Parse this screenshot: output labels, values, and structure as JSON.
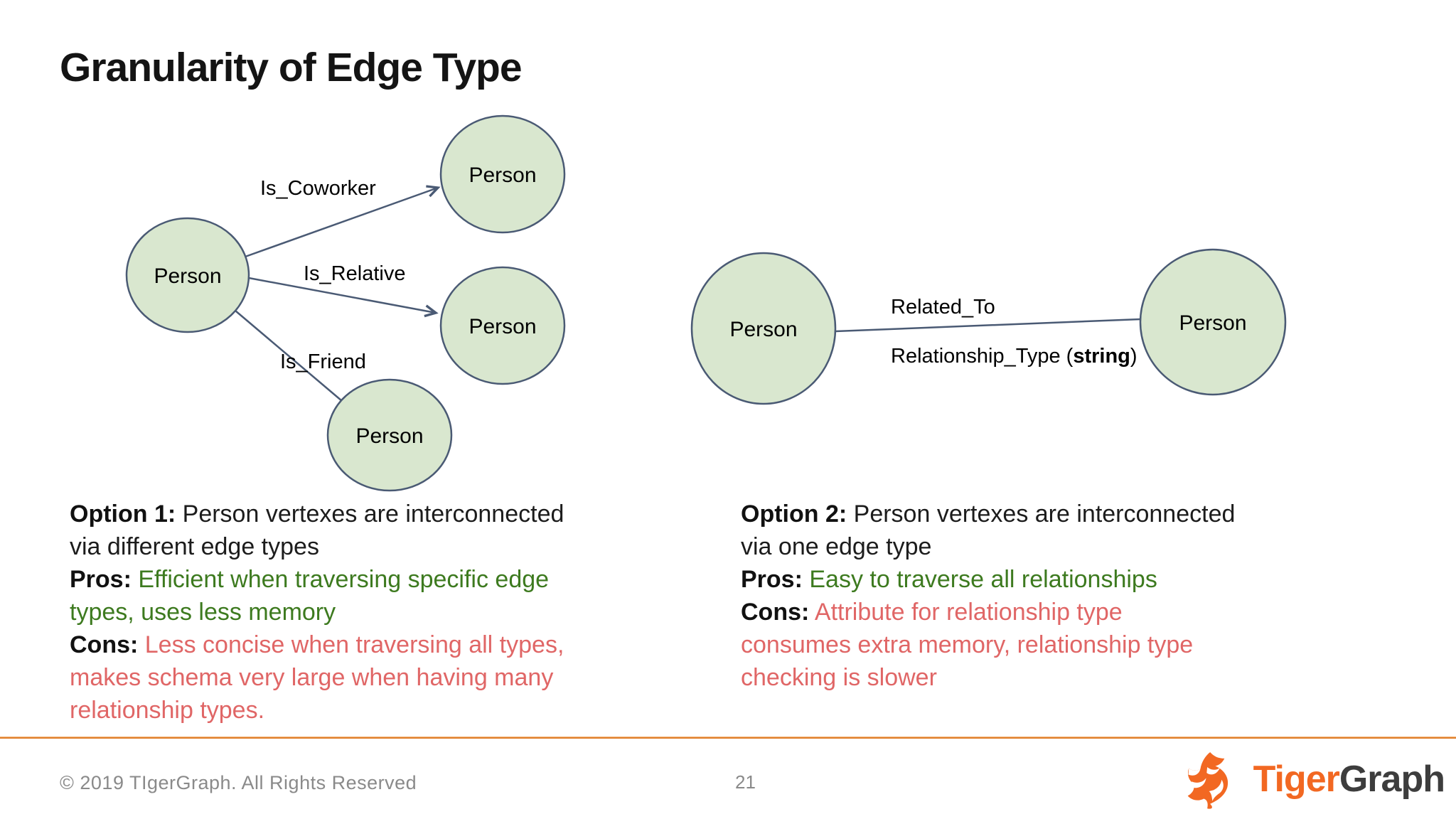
{
  "title": "Granularity of Edge Type",
  "left_diagram": {
    "nodes": [
      "Person",
      "Person",
      "Person",
      "Person"
    ],
    "edges": [
      "Is_Coworker",
      "Is_Relative",
      "Is_Friend"
    ]
  },
  "right_diagram": {
    "nodes": [
      "Person",
      "Person"
    ],
    "edge_name": "Related_To",
    "edge_attr_pre": "Relationship_Type (",
    "edge_attr_bold": "string",
    "edge_attr_post": ")"
  },
  "option1": {
    "line1_label": "Option 1:",
    "line1_text": " Person vertexes are interconnected",
    "line2_text": "via different edge types",
    "line3_label": "Pros:",
    "line3_text": " Efficient when traversing specific edge",
    "line4_text": "types, uses less memory",
    "line5_label": "Cons:",
    "line5_text": " Less concise when traversing all types,",
    "line6_text": "makes schema very large when having many",
    "line7_text": "relationship types."
  },
  "option2": {
    "line1_label": "Option 2:",
    "line1_text": " Person vertexes are interconnected",
    "line2_text": "via one edge type",
    "line3_label": "Pros:",
    "line3_text": " Easy to traverse all relationships",
    "line4_label": "Cons:",
    "line4_text": " Attribute for relationship type",
    "line5_text": "consumes extra memory, relationship type",
    "line6_text": "checking is slower"
  },
  "footer": {
    "copyright": "© 2019 TIgerGraph. All Rights Reserved",
    "page_number": "21",
    "logo_tiger": "Tiger",
    "logo_graph": "Graph",
    "logo_icon": "tiger-icon"
  },
  "colors": {
    "pros-green": "#3d7a1f",
    "cons-red": "#e06666",
    "divider-orange": "#e0812e",
    "brand-orange": "#f26822",
    "logo-gray": "#3d3d3d",
    "node-fill": "#d9e7cf",
    "node-stroke": "#4a5a74",
    "text-gray": "#8a8a8a"
  }
}
